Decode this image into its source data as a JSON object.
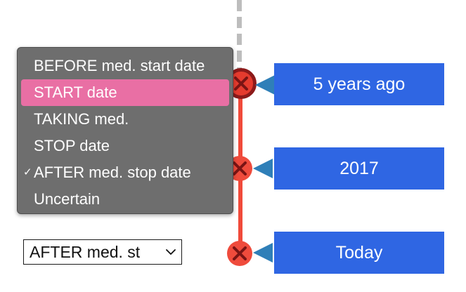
{
  "timeline": {
    "events": [
      {
        "label": "5 years ago"
      },
      {
        "label": "2017"
      },
      {
        "label": "Today"
      }
    ]
  },
  "dropdown": {
    "options": [
      {
        "label": "BEFORE med. start date",
        "checked": false,
        "highlighted": false
      },
      {
        "label": "START date",
        "checked": false,
        "highlighted": true
      },
      {
        "label": "TAKING med.",
        "checked": false,
        "highlighted": false
      },
      {
        "label": "STOP date",
        "checked": false,
        "highlighted": false
      },
      {
        "label": "AFTER med. stop date",
        "checked": true,
        "highlighted": false
      },
      {
        "label": "Uncertain",
        "checked": false,
        "highlighted": false
      }
    ],
    "checkmark": "✓"
  },
  "select": {
    "value": "AFTER med. st"
  },
  "colors": {
    "timeline_red": "#f04a3a",
    "label_blue": "#2f66e3",
    "highlight_pink": "#e96fa4",
    "menu_gray": "#6e6e6e"
  }
}
